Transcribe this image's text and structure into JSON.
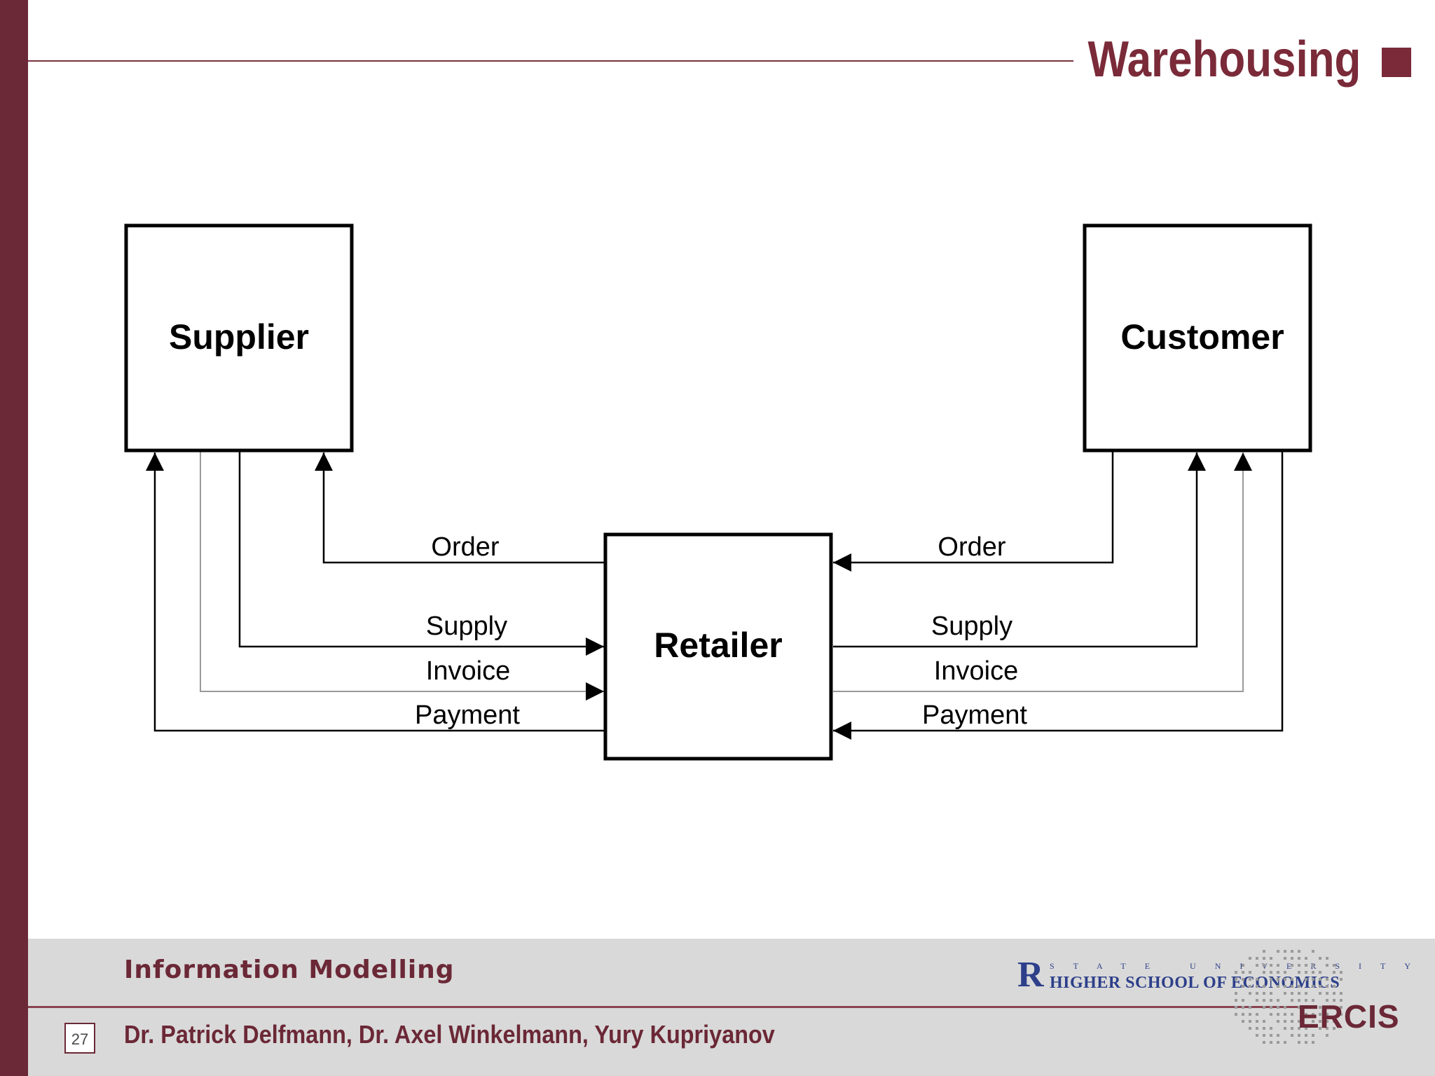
{
  "header": {
    "title": "Warehousing"
  },
  "diagram": {
    "nodes": {
      "supplier": "Supplier",
      "customer": "Customer",
      "retailer": "Retailer"
    },
    "flows_left": {
      "order": "Order",
      "supply": "Supply",
      "invoice": "Invoice",
      "payment": "Payment"
    },
    "flows_right": {
      "order": "Order",
      "supply": "Supply",
      "invoice": "Invoice",
      "payment": "Payment"
    }
  },
  "footer": {
    "course": "Information Modelling",
    "page_number": "27",
    "authors": "Dr. Patrick Delfmann, Dr. Axel Winkelmann, Yury Kupriyanov",
    "hse_state": "STATE UNIVERSITY",
    "hse_name": "HIGHER SCHOOL OF ECONOMICS",
    "hse_mark": "R",
    "ercis": "ERCIS"
  },
  "colors": {
    "brand": "#6b2836",
    "footer_bg": "#d9d9d9",
    "hse_blue": "#2d3f8a"
  }
}
